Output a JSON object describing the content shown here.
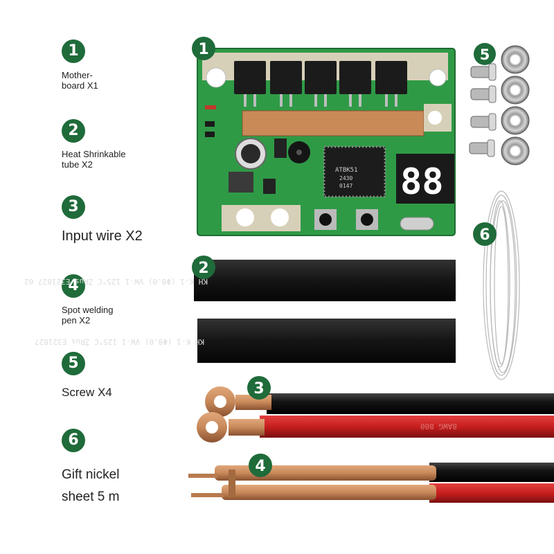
{
  "items": [
    {
      "number": "1",
      "label": "Mother-\nboard X1"
    },
    {
      "number": "2",
      "label": "Heat Shrinkable\ntube X2"
    },
    {
      "number": "3",
      "label": "Input wire X2"
    },
    {
      "number": "4",
      "label": "Spot welding\npen X2"
    },
    {
      "number": "5",
      "label": "Screw X4"
    },
    {
      "number": "6",
      "label": "Gift nickel\nsheet 5 m"
    }
  ],
  "product": {
    "chip_text": [
      "ATBK51",
      "2430",
      "0147"
    ],
    "display_digits": "88",
    "tube_print_1": "KH K-1 (Φ8.0) VW-1 125°C ŽRus E321827 02",
    "tube_print_2": "KH K-1 (Φ8.0) VW-1 125°C ŽRus E321827",
    "wire_print": "8AWG 800"
  },
  "colors": {
    "badge": "#1f6b3a",
    "pcb": "#2f9a46",
    "copper": "#c8895a",
    "wire_red": "#c81e1e",
    "wire_black": "#151515",
    "tube": "#1a1a1a"
  }
}
